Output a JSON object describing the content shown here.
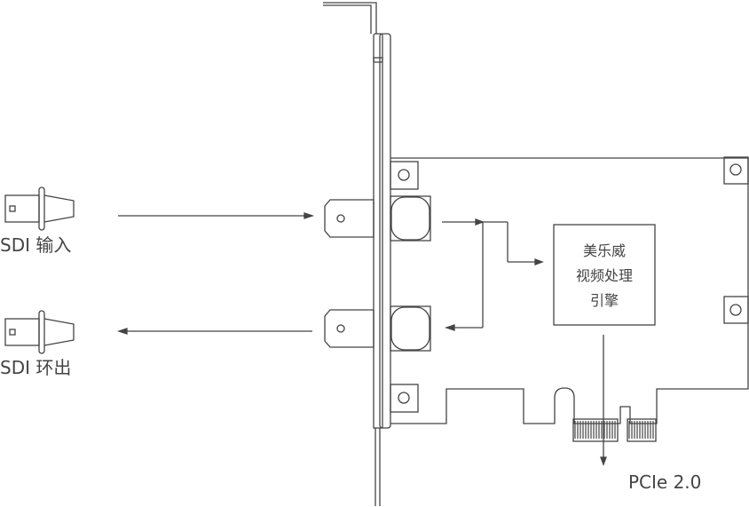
{
  "labels": {
    "sdi_input": "SDI 输入",
    "sdi_loop_out": "SDI 环出",
    "engine_line1": "美乐威",
    "engine_line2": "视频处理",
    "engine_line3": "引擎",
    "pcie": "PCIe 2.0"
  },
  "colors": {
    "stroke": "#444444",
    "background": "#ffffff"
  }
}
